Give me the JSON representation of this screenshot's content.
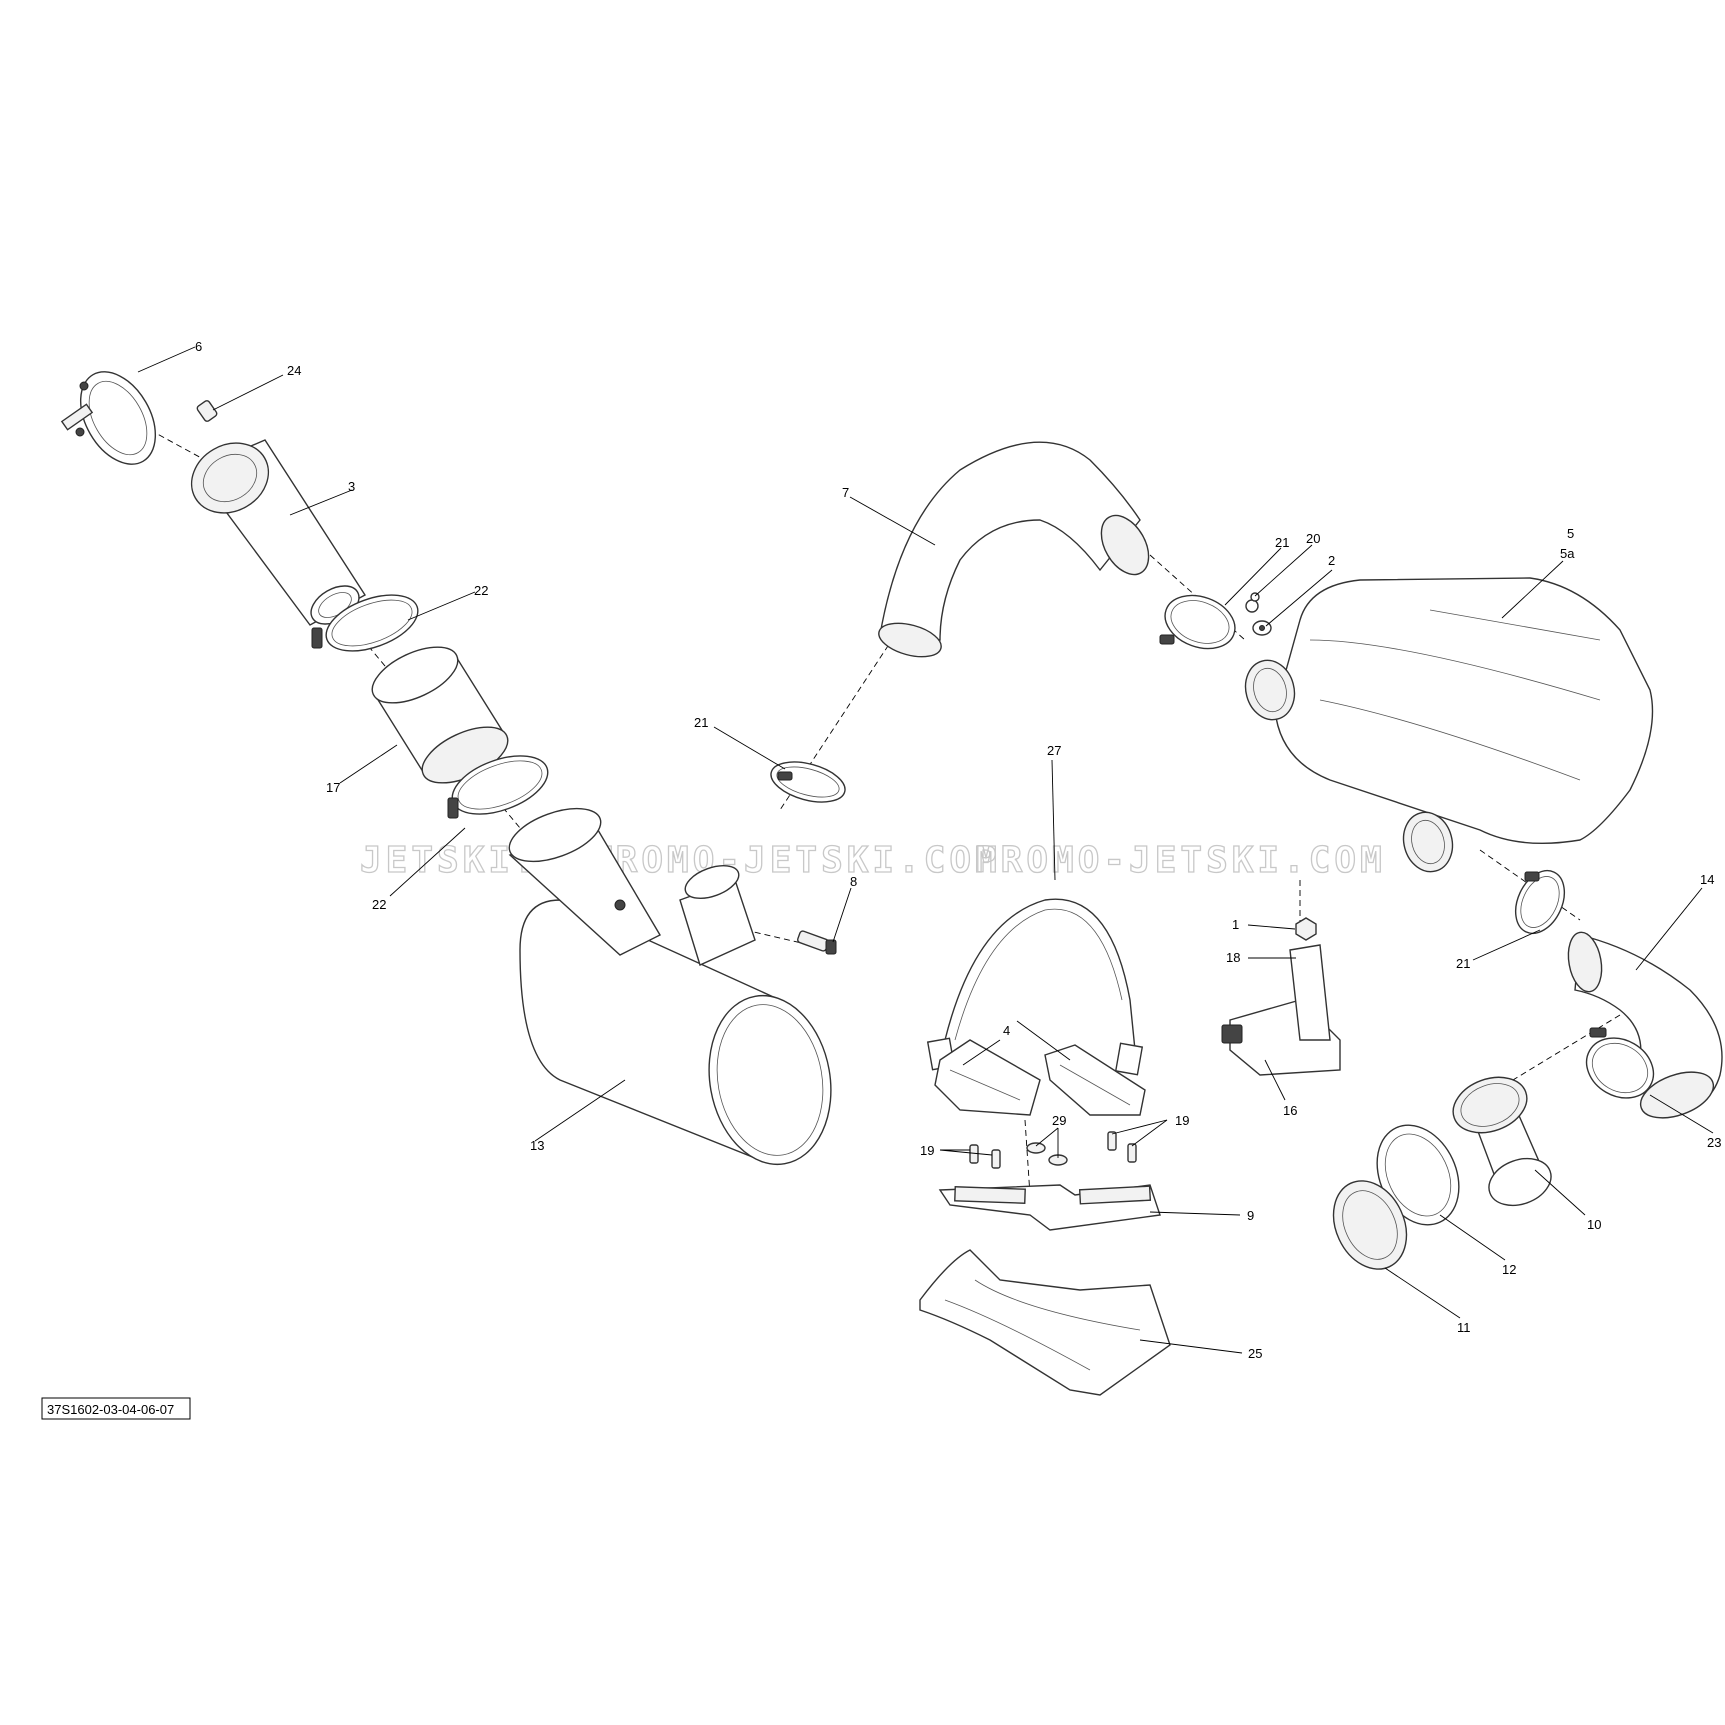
{
  "watermark": {
    "text_left": "JETSKI.COM",
    "text_mid": "PROMO-JETSKI.COM",
    "text_right": "PROMO-JETSKI.COM"
  },
  "drawing_code": "37S1602-03-04-06-07",
  "callouts": {
    "c1": "1",
    "c2": "2",
    "c3": "3",
    "c4": "4",
    "c5": "5",
    "c5a": "5a",
    "c6": "6",
    "c7": "7",
    "c8": "8",
    "c9": "9",
    "c10": "10",
    "c11": "11",
    "c12": "12",
    "c13": "13",
    "c14": "14",
    "c16": "16",
    "c17": "17",
    "c18": "18",
    "c19a": "19",
    "c19b": "19",
    "c20": "20",
    "c21a": "21",
    "c21b": "21",
    "c21c": "21",
    "c22a": "22",
    "c22b": "22",
    "c23": "23",
    "c24": "24",
    "c25": "25",
    "c27": "27",
    "c29": "29"
  }
}
